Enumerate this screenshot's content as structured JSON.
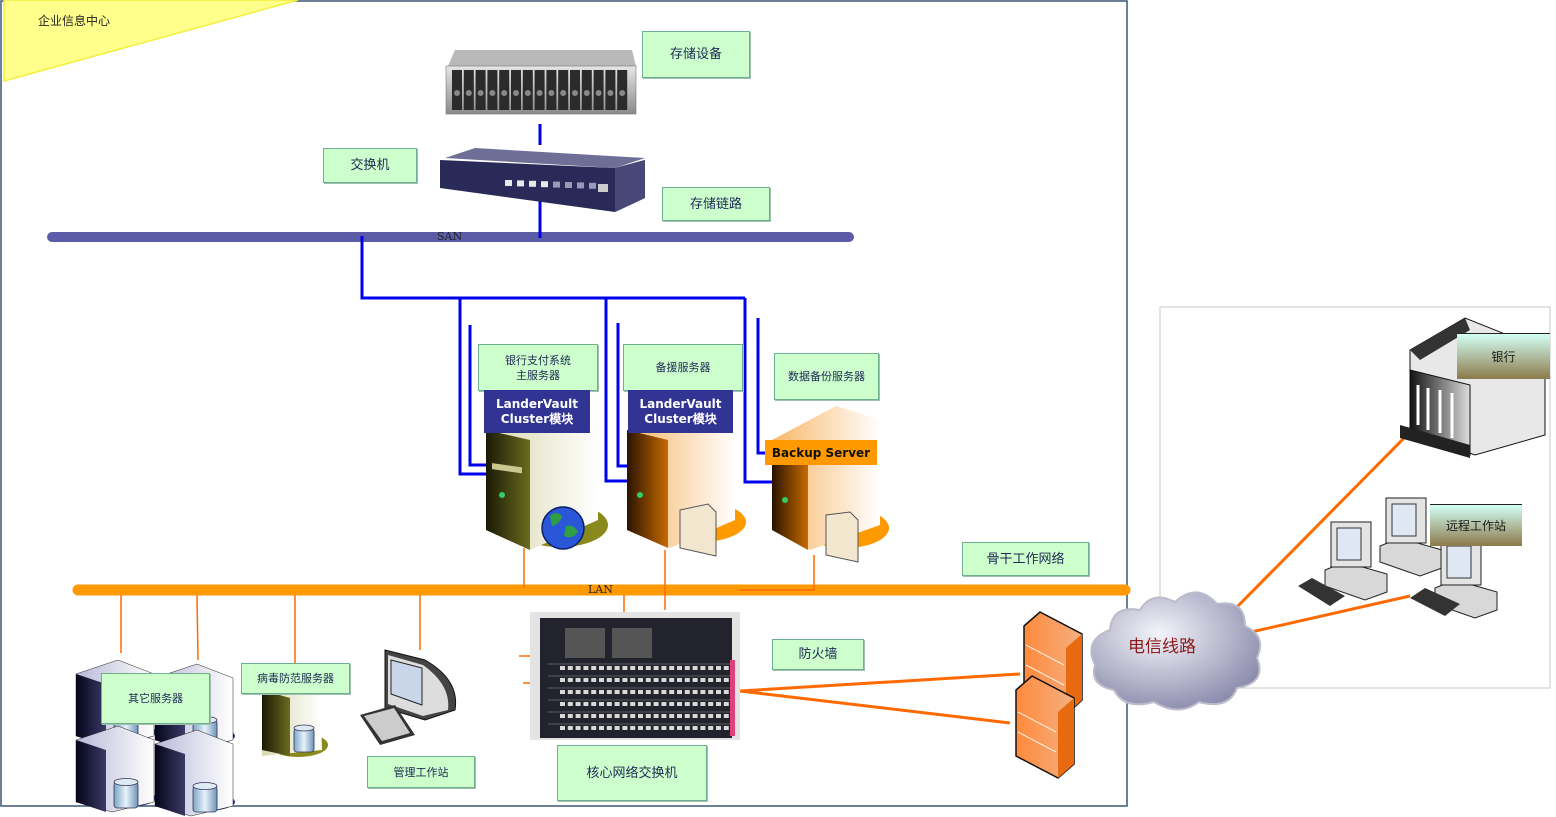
{
  "title": "企业信息中心",
  "buses": {
    "san": "SAN",
    "lan": "LAN"
  },
  "labels": {
    "storage_device": "存储设备",
    "switch": "交换机",
    "storage_link": "存储链路",
    "bank_main_server": "银行支付系统\n主服务器",
    "standby_server": "备援服务器",
    "backup_data_server": "数据备份服务器",
    "backbone_network": "骨干工作网络",
    "other_servers": "其它服务器",
    "antivirus_server": "病毒防范服务器",
    "admin_workstation": "管理工作站",
    "core_switch": "核心网络交换机",
    "firewall": "防火墙",
    "telecom_line": "电信线路",
    "bank": "银行",
    "remote_workstation": "远程工作站"
  },
  "modules": {
    "landervault_1": "LanderVault\nCluster模块",
    "landervault_2": "LanderVault\nCluster模块",
    "backup_server": "Backup Server"
  },
  "colors": {
    "san_bus": "#5b5ba8",
    "lan_bus": "#ff9900",
    "san_link": "#0000ee",
    "lan_link": "#ff6a00",
    "label_bg": "#ccffcc",
    "title_bg": "#ffff88",
    "module_bg": "#323494",
    "backup_bg": "#ff9900",
    "cloud_text": "#8b1a1a"
  }
}
